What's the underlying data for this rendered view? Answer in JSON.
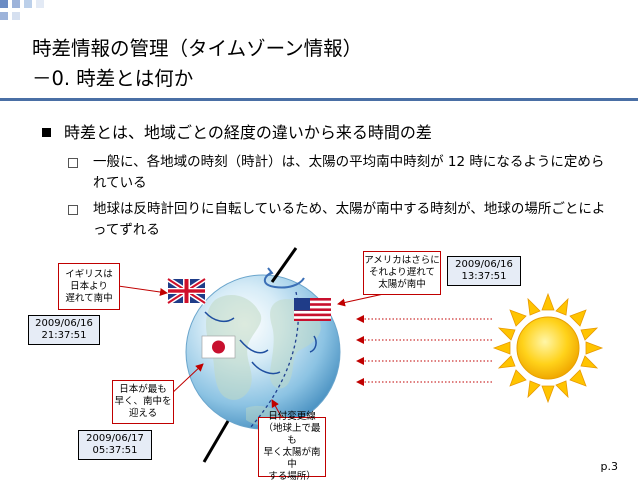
{
  "slide": {
    "title_line1": "時差情報の管理（タイムゾーン情報）",
    "title_line2": "－0. 時差とは何か",
    "bullet_main": "時差とは、地域ごとの経度の違いから来る時間の差",
    "sub_bullets": [
      "一般に、各地域の時刻（時計）は、太陽の平均南中時刻が 12 時になるように定められている",
      "地球は反時計回りに自転しているため、太陽が南中する時刻が、地球の場所ごとによってずれる"
    ],
    "page_number": "p.3"
  },
  "diagram": {
    "callouts": {
      "uk": [
        "イギリスは",
        "日本より",
        "遅れて南中"
      ],
      "us": [
        "アメリカはさらに",
        "それより遅れて",
        "太陽が南中"
      ],
      "japan": [
        "日本が最も",
        "早く、南中を",
        "迎える"
      ],
      "dateline": [
        "日付変更線",
        "（地球上で最も",
        "早く太陽が南中",
        "する場所）"
      ]
    },
    "timestamps": {
      "uk": [
        "2009/06/16",
        "21:37:51"
      ],
      "us": [
        "2009/06/16",
        "13:37:51"
      ],
      "japan": [
        "2009/06/17",
        "05:37:51"
      ]
    },
    "flags": [
      "uk-flag",
      "us-flag",
      "japan-flag"
    ],
    "icons": [
      "sun-icon",
      "globe-icon",
      "rotation-arrow-icon"
    ]
  },
  "colors": {
    "accent": "#4a6fa5",
    "callout_border": "#c00000",
    "arrow": "#c00000",
    "timestamp_bg": "#e6ecf6"
  }
}
